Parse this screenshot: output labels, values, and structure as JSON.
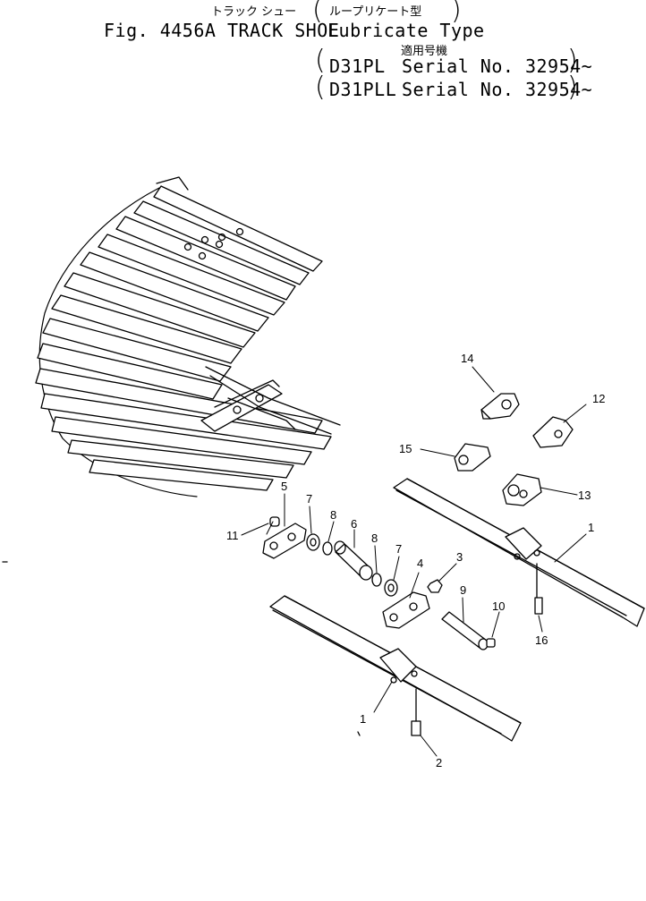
{
  "header": {
    "jp_title": "トラック シュー",
    "jp_type": "ループリケート型",
    "fig_title": "Fig. 4456A TRACK SHOE",
    "type_en": "Lubricate Type",
    "jp_applicable": "適用号機",
    "serial_lines": [
      {
        "model": "D31PL",
        "serial": "Serial No. 32954~"
      },
      {
        "model": "D31PLL",
        "serial": "Serial No. 32954~"
      }
    ]
  },
  "callouts": [
    {
      "id": "1a",
      "label": "1"
    },
    {
      "id": "1b",
      "label": "1"
    },
    {
      "id": "2",
      "label": "2"
    },
    {
      "id": "3",
      "label": "3"
    },
    {
      "id": "4",
      "label": "4"
    },
    {
      "id": "5",
      "label": "5"
    },
    {
      "id": "6",
      "label": "6"
    },
    {
      "id": "7a",
      "label": "7"
    },
    {
      "id": "7b",
      "label": "7"
    },
    {
      "id": "8a",
      "label": "8"
    },
    {
      "id": "8b",
      "label": "8"
    },
    {
      "id": "9",
      "label": "9"
    },
    {
      "id": "10",
      "label": "10"
    },
    {
      "id": "11",
      "label": "11"
    },
    {
      "id": "12",
      "label": "12"
    },
    {
      "id": "13",
      "label": "13"
    },
    {
      "id": "14",
      "label": "14"
    },
    {
      "id": "15",
      "label": "15"
    },
    {
      "id": "16",
      "label": "16"
    }
  ]
}
